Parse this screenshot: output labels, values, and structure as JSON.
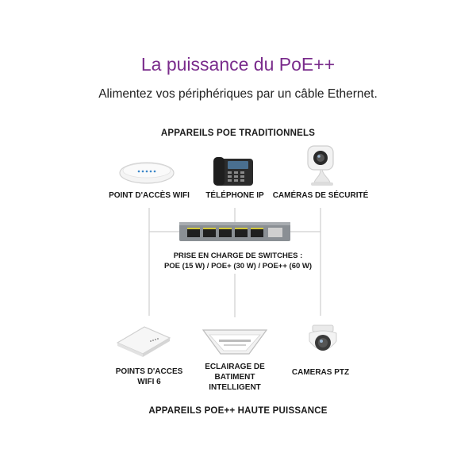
{
  "header": {
    "title": "La puissance du PoE++",
    "subtitle": "Alimentez vos périphériques par un câble Ethernet."
  },
  "traditional": {
    "heading": "APPAREILS POE TRADITIONNELS",
    "devices": [
      {
        "label": "POINT D'ACCÈS WIFI",
        "icon": "wifi-access-point-icon"
      },
      {
        "label": "TÉLÉPHONE IP",
        "icon": "ip-phone-icon"
      },
      {
        "label": "CAMÉRAS DE SÉCURITÉ",
        "icon": "security-camera-icon"
      }
    ]
  },
  "switch": {
    "icon": "poe-switch-icon",
    "caption_line1": "PRISE EN CHARGE DE SWITCHES :",
    "caption_line2": "POE (15 W) / POE+ (30 W) / POE++ (60 W)"
  },
  "high_power": {
    "heading": "APPAREILS POE++ HAUTE PUISSANCE",
    "devices": [
      {
        "label_line1": "POINTS D'ACCES",
        "label_line2": "WIFI 6",
        "icon": "wifi6-access-point-icon"
      },
      {
        "label_line1": "ECLAIRAGE DE",
        "label_line2": "BATIMENT",
        "label_line3": "INTELLIGENT",
        "icon": "smart-lighting-icon"
      },
      {
        "label_line1": "CAMERAS PTZ",
        "icon": "ptz-camera-icon"
      }
    ]
  },
  "colors": {
    "title": "#7a2c8c",
    "connector": "#cccccc",
    "port_accent": "#d4c93a"
  }
}
